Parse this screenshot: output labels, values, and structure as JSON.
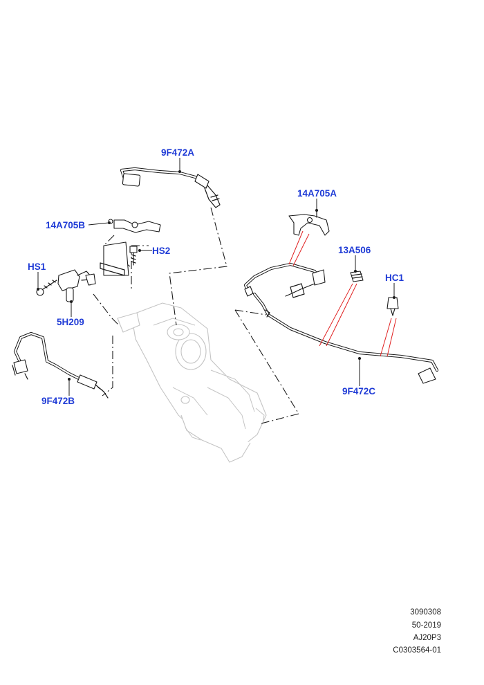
{
  "callouts": {
    "c_9F472A": "9F472A",
    "c_14A705B": "14A705B",
    "c_HS2": "HS2",
    "c_HS1": "HS1",
    "c_5H209": "5H209",
    "c_9F472B": "9F472B",
    "c_14A705A": "14A705A",
    "c_13A506": "13A506",
    "c_HC1": "HC1",
    "c_9F472C": "9F472C"
  },
  "reference": {
    "line1": "3090308",
    "line2": "50-2019",
    "line3": "AJ20P3",
    "line4": "C0303564-01"
  },
  "colors": {
    "callout_text": "#1f3bd6",
    "context_part": "#c4c4c4",
    "red_leader": "#e02020"
  }
}
